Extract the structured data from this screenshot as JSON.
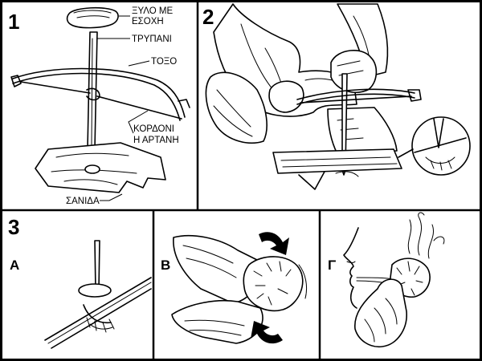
{
  "panels": [
    {
      "number": "1",
      "labels": {
        "socket_wood_line1": "ΞΥΛΟ ΜΕ",
        "socket_wood_line2": "ΕΣΟΧΗ",
        "drill": "ΤΡΥΠΑΝΙ",
        "bow": "ΤΟΞΟ",
        "cord_line1": "ΚΟΡΔΟΝΙ",
        "cord_line2": "Η ΑΡΤΑΝΗ",
        "board": "ΣΑΝΙΔΑ"
      }
    },
    {
      "number": "2"
    },
    {
      "number": "3",
      "steps": [
        {
          "letter": "Α"
        },
        {
          "letter": "Β"
        },
        {
          "letter": "Γ"
        }
      ]
    }
  ]
}
